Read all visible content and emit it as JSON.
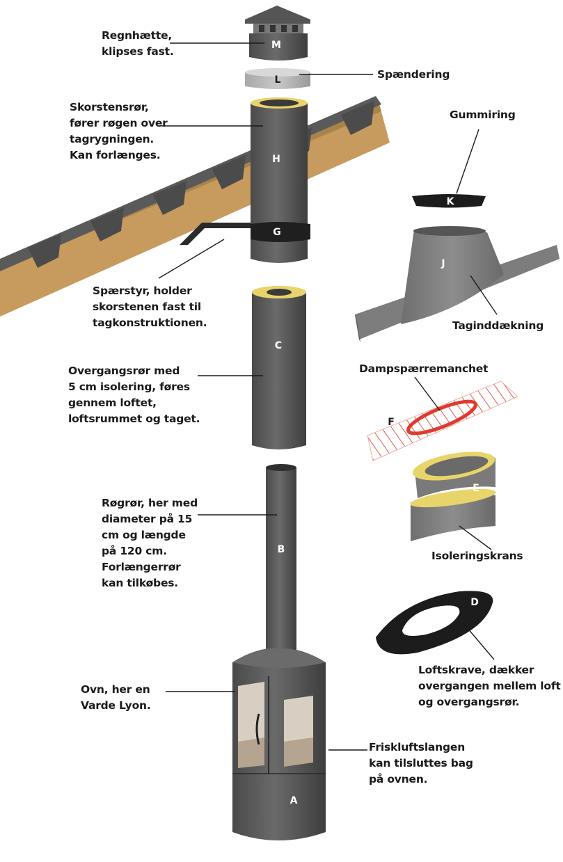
{
  "labels": {
    "regnhaette": "Regnhætte,\nklipses fast.",
    "spaendering": "Spændering",
    "skorstensror": "Skorstensrør,\nfører røgen over\ntagrygningen.\nKan forlænges.",
    "gummiring": "Gummiring",
    "sparstyr": "Spærstyr, holder\nskorstenen fast til\ntagkonstruktionen.",
    "taginddaekning": "Taginddækning",
    "overgangsror": "Overgangsrør med\n5 cm isolering, føres\ngennem loftet,\nloftsrummet og taget.",
    "dampsparremanchet": "Dampspærremanchet",
    "rogror": "Røgrør, her med\ndiameter på 15\ncm og længde\npå 120 cm.\nForlængerrør\nkan tilkøbes.",
    "isoleringskrans": "Isoleringskrans",
    "loftskrave": "Loftskrave, dækker\novergangen mellem loft\nog overgangsrør.",
    "ovn": "Ovn, her en\nVarde Lyon.",
    "friskluft": "Friskluftslangen\nkan tilsluttes bag\npå ovnen."
  },
  "letters": {
    "M": "M",
    "L": "L",
    "H": "H",
    "G": "G",
    "K": "K",
    "J": "J",
    "C": "C",
    "F": "F",
    "E": "E",
    "B": "B",
    "D": "D",
    "A": "A"
  },
  "colors": {
    "pipe": "#5b5b5b",
    "pipe_dark": "#3f3f3f",
    "insulation": "#e8d46a",
    "roof_wood": "#c79a5e",
    "ring": "#b8b8b8",
    "vapor_red": "#e03a2e"
  }
}
